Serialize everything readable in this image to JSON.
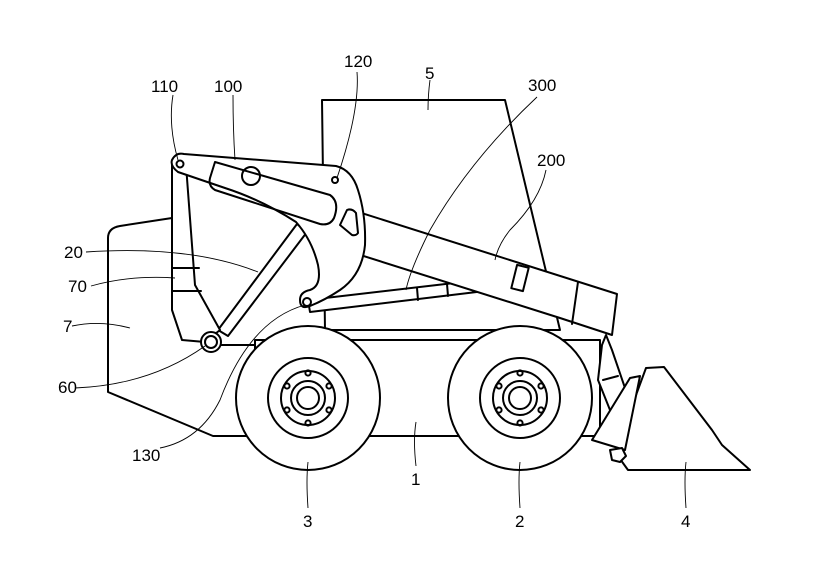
{
  "figure": {
    "labels": {
      "body": "1",
      "front_wheel": "2",
      "rear_wheel": "3",
      "bucket": "4",
      "cab": "5",
      "rear_cover": "7",
      "link": "20",
      "pivot_pin": "60",
      "cylinder_mount": "70",
      "bracket": "100",
      "bracket_pin_front": "110",
      "bracket_pin_upper": "120",
      "bracket_pin_lower": "130",
      "lift_arm": "200",
      "lift_cylinder": "300"
    }
  }
}
